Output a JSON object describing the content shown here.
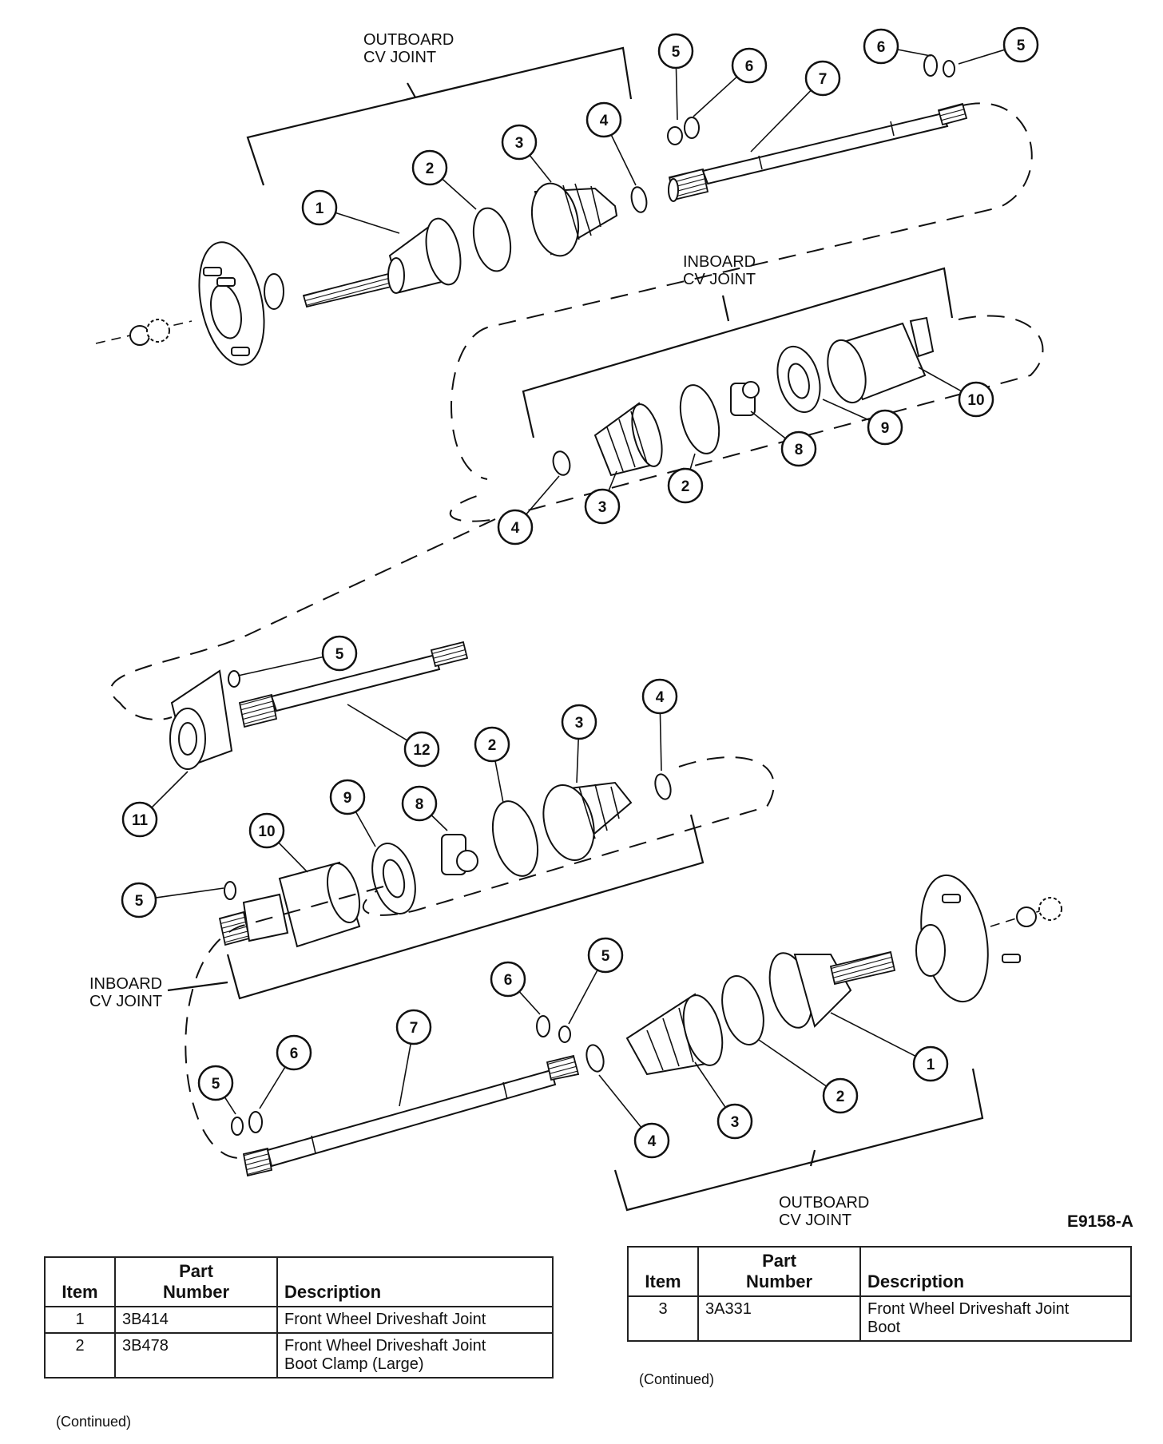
{
  "diagram": {
    "figure_id": "E9158-A",
    "group_labels": {
      "outboard_top": [
        "OUTBOARD",
        "CV JOINT"
      ],
      "inboard_upper": [
        "INBOARD",
        "CV JOINT"
      ],
      "inboard_lower": [
        "INBOARD",
        "CV JOINT"
      ],
      "outboard_bottom": [
        "OUTBOARD",
        "CV JOINT"
      ]
    },
    "callouts": [
      "1",
      "2",
      "3",
      "4",
      "5",
      "6",
      "7",
      "5",
      "6",
      "10",
      "9",
      "8",
      "2",
      "3",
      "4",
      "5",
      "12",
      "11",
      "2",
      "3",
      "4",
      "9",
      "8",
      "10",
      "5",
      "6",
      "5",
      "7",
      "6",
      "5",
      "1",
      "2",
      "3",
      "4"
    ]
  },
  "table_left": {
    "headers": {
      "item": "Item",
      "part_line1": "Part",
      "part_line2": "Number",
      "desc": "Description"
    },
    "rows": [
      {
        "item": "1",
        "part": "3B414",
        "desc": "Front Wheel Driveshaft Joint"
      },
      {
        "item": "2",
        "part": "3B478",
        "desc_line1": "Front Wheel Driveshaft Joint",
        "desc_line2": "Boot Clamp (Large)"
      }
    ],
    "continued": "(Continued)"
  },
  "table_right": {
    "headers": {
      "item": "Item",
      "part_line1": "Part",
      "part_line2": "Number",
      "desc": "Description"
    },
    "rows": [
      {
        "item": "3",
        "part": "3A331",
        "desc_line1": "Front Wheel Driveshaft Joint",
        "desc_line2": "Boot"
      }
    ],
    "continued": "(Continued)"
  }
}
